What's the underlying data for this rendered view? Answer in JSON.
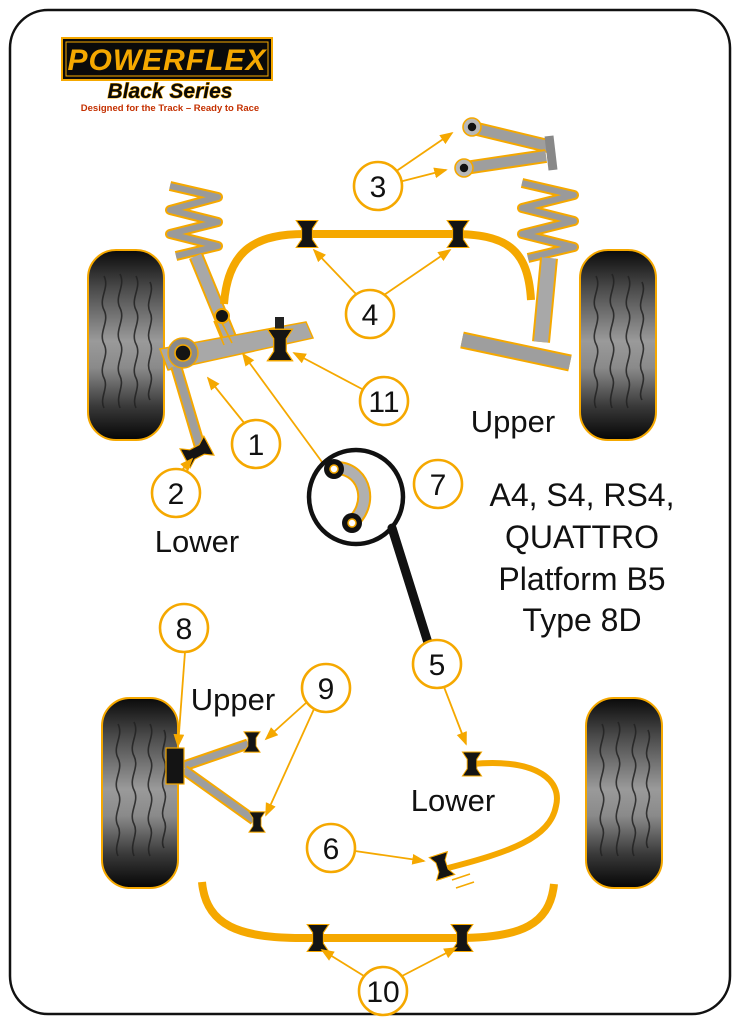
{
  "colors": {
    "accent": "#F5A800",
    "outline": "#111111",
    "tagline_red": "#C43000",
    "component_gray": "#9A9A9A"
  },
  "logo": {
    "brand": "POWERFLEX",
    "series": "Black Series",
    "tagline": "Designed for the Track – Ready to Race"
  },
  "vehicle": {
    "line1": "A4, S4, RS4,",
    "line2": "QUATTRO",
    "line3": "Platform B5",
    "line4": "Type 8D"
  },
  "labels": {
    "front_upper": "Upper",
    "front_lower": "Lower",
    "rear_upper": "Upper",
    "rear_lower": "Lower"
  },
  "callouts": [
    {
      "number": "1"
    },
    {
      "number": "2"
    },
    {
      "number": "3"
    },
    {
      "number": "4"
    },
    {
      "number": "5"
    },
    {
      "number": "6"
    },
    {
      "number": "7"
    },
    {
      "number": "8"
    },
    {
      "number": "9"
    },
    {
      "number": "10"
    },
    {
      "number": "11"
    }
  ]
}
